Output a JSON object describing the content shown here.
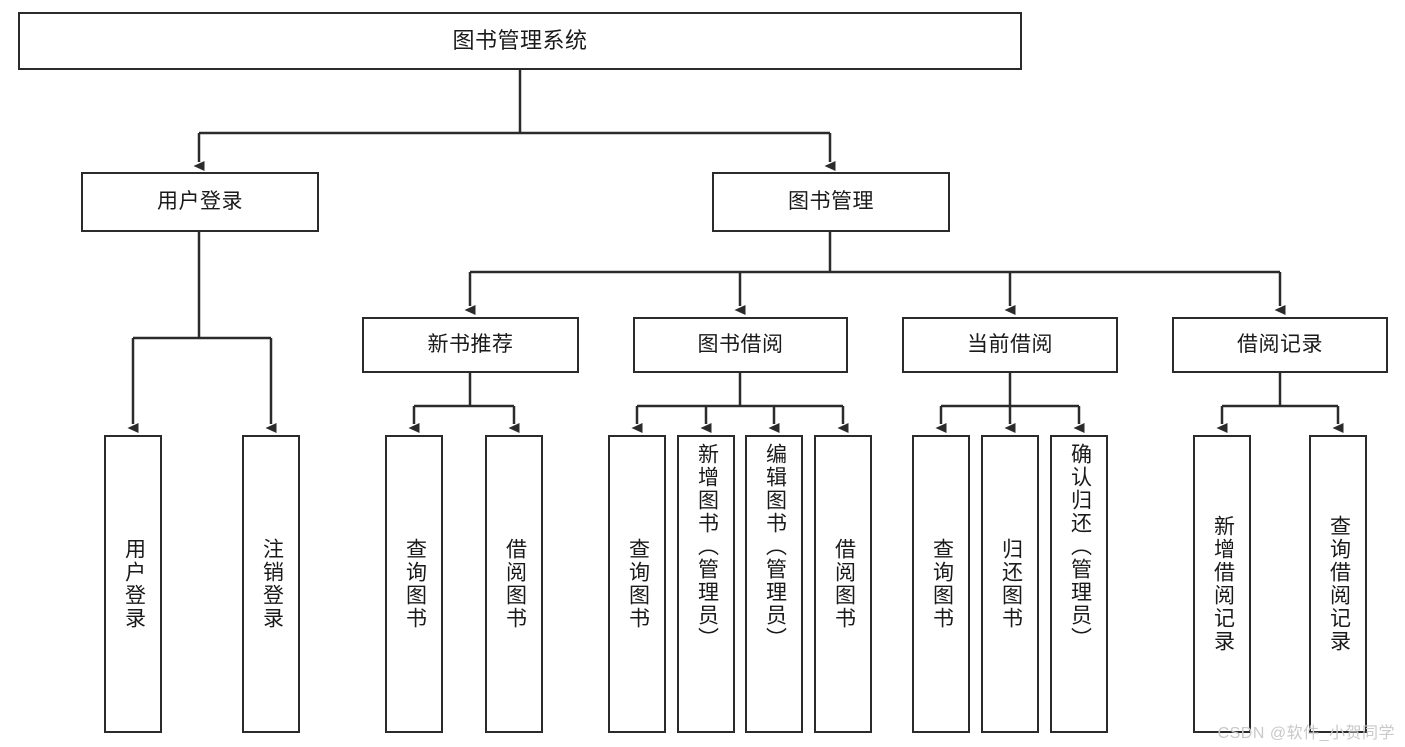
{
  "diagram": {
    "title": "图书管理系统",
    "type": "tree",
    "root": {
      "label": "图书管理系统"
    },
    "level2": [
      {
        "label": "用户登录"
      },
      {
        "label": "图书管理"
      }
    ],
    "level3": [
      {
        "label": "新书推荐"
      },
      {
        "label": "图书借阅"
      },
      {
        "label": "当前借阅"
      },
      {
        "label": "借阅记录"
      }
    ],
    "leaves": {
      "user_login": [
        {
          "label": "用户登录"
        },
        {
          "label": "注销登录"
        }
      ],
      "new_book_recommend": [
        {
          "label": "查询图书"
        },
        {
          "label": "借阅图书"
        }
      ],
      "book_borrow": [
        {
          "label": "查询图书"
        },
        {
          "label": "新增图书（管理员）"
        },
        {
          "label": "编辑图书（管理员）"
        },
        {
          "label": "借阅图书"
        }
      ],
      "current_borrow": [
        {
          "label": "查询图书"
        },
        {
          "label": "归还图书"
        },
        {
          "label": "确认归还（管理员）"
        }
      ],
      "borrow_record": [
        {
          "label": "新增借阅记录"
        },
        {
          "label": "查询借阅记录"
        }
      ]
    }
  },
  "watermark": {
    "text": "CSDN @软件_小贺同学"
  },
  "colors": {
    "stroke": "#2b2b2b",
    "background": "#ffffff",
    "text": "#1a1a1a",
    "watermark": "#c9c9c9"
  }
}
